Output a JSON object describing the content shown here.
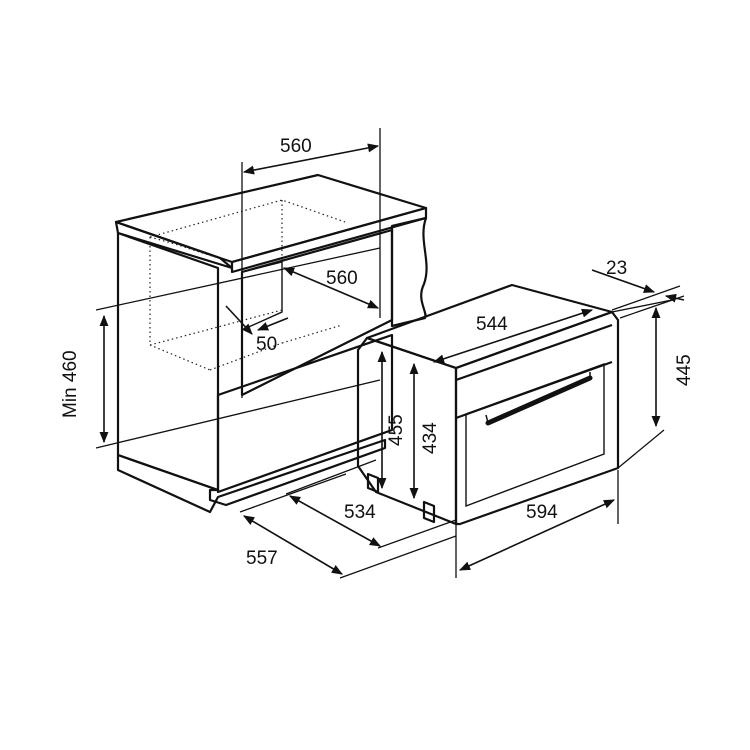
{
  "colors": {
    "cabinet_fill": "#9b9b9b",
    "oven_fill": "#9b9b9b",
    "stroke": "#111111",
    "background": "#ffffff"
  },
  "dimensions": {
    "cabinet_top_width": "560",
    "cabinet_inner_width": "560",
    "cabinet_gap": "50",
    "cabinet_min_height": "Min 460",
    "cabinet_depth_outer": "557",
    "oven_depth_body": "534",
    "oven_body_height": "455",
    "oven_inner_height": "434",
    "oven_width_back": "544",
    "oven_front_width": "594",
    "oven_front_height": "445",
    "oven_front_thickness": "23"
  }
}
